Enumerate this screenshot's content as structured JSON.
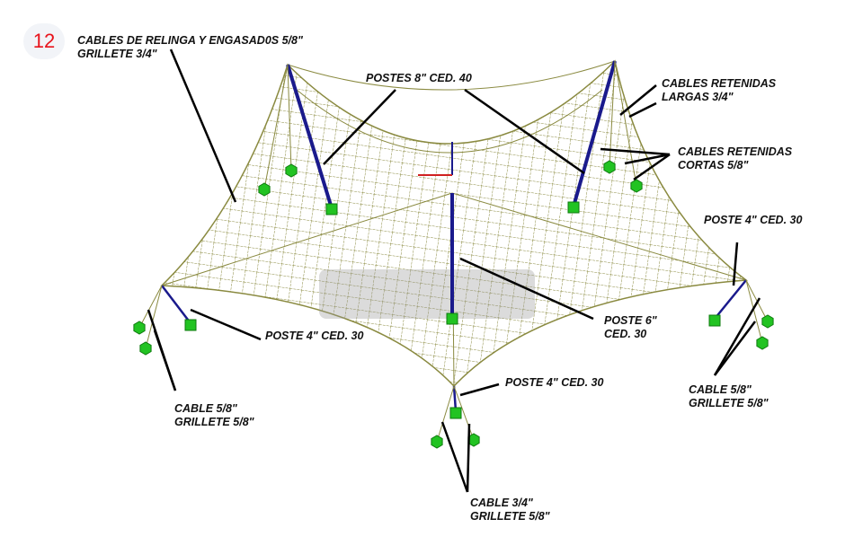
{
  "figure_number": "12",
  "labels": {
    "relinga": [
      "CABLES DE RELINGA Y ENGASAD0S 5/8\"",
      "GRILLETE 3/4\""
    ],
    "postes8": [
      "POSTES 8\" CED. 40"
    ],
    "retenidas_largas": [
      "CABLES RETENIDAS",
      "LARGAS 3/4\""
    ],
    "retenidas_cortas": [
      "CABLES RETENIDAS",
      "CORTAS 5/8\""
    ],
    "poste4_right": [
      "POSTE 4\" CED. 30"
    ],
    "poste4_left": [
      "POSTE 4\" CED. 30"
    ],
    "poste6": [
      "POSTE 6\"",
      "CED. 30"
    ],
    "poste4_bottom": [
      "POSTE 4\" CED. 30"
    ],
    "cable_left": [
      "CABLE 5/8\"",
      "GRILLETE 5/8\""
    ],
    "cable_right": [
      "CABLE 5/8\"",
      "GRILLETE 5/8\""
    ],
    "cable_bottom": [
      "CABLE 3/4\"",
      "GRILLETE 5/8\""
    ]
  },
  "colors": {
    "membrane": "#8a8a40",
    "mast": "#1a1a8c",
    "anchor": "#22c322",
    "badge": "#e8131b"
  }
}
